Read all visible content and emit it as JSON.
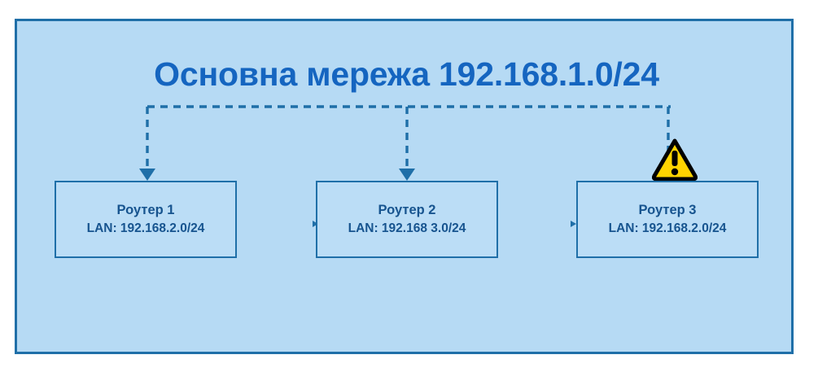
{
  "diagram": {
    "title": "Основна мережа 192.168.1.0/24",
    "frame_border_color": "#1F6FA8",
    "frame_background_color": "#B6DAF4",
    "title_color": "#1565C0",
    "box_text_color": "#17548F",
    "connector_color": "#1F6FA8",
    "warning_fill_color": "#FFD400",
    "warning_stroke_color": "#000000"
  },
  "routers": [
    {
      "name": "Роутер 1",
      "subnet": "LAN: 192.168.2.0/24",
      "has_warning": false
    },
    {
      "name": "Роутер 2",
      "subnet": "LAN: 192.168 3.0/24",
      "has_warning": false
    },
    {
      "name": "Роутер 3",
      "subnet": "LAN: 192.168.2.0/24",
      "has_warning": true
    }
  ],
  "warning": {
    "glyph": "!",
    "label": "warning-conflicting-subnet"
  }
}
